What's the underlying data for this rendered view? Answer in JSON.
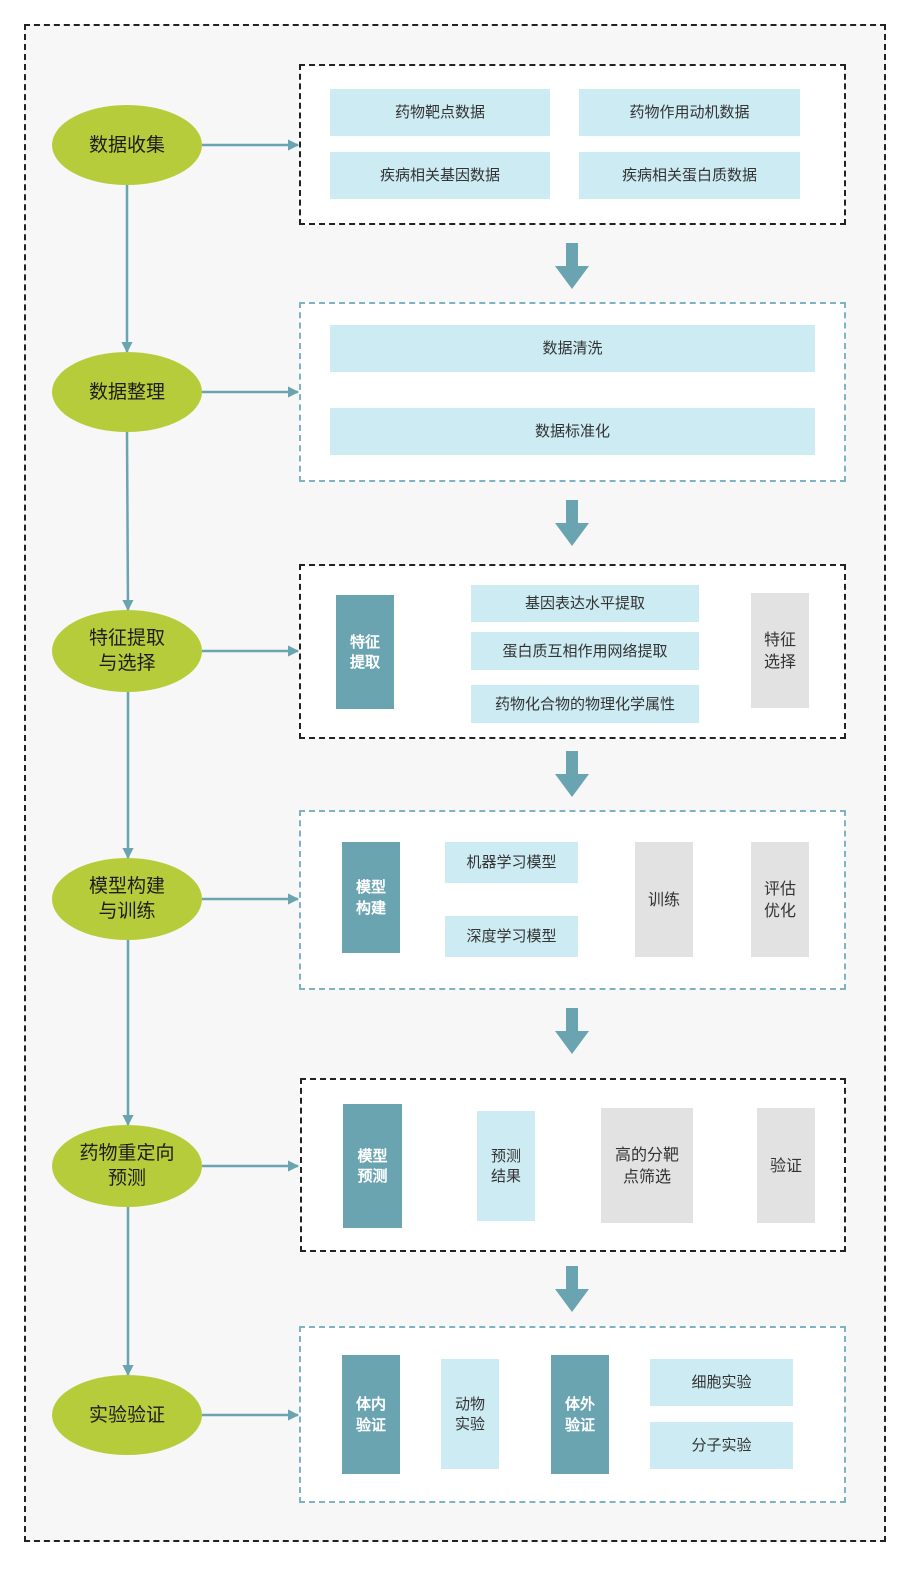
{
  "stages": [
    {
      "label": "数据收集",
      "items": [
        "药物靶点数据",
        "药物作用动机数据",
        "疾病相关基因数据",
        "疾病相关蛋白质数据"
      ]
    },
    {
      "label": "数据整理",
      "items": [
        "数据清洗",
        "数据标准化"
      ]
    },
    {
      "label": "特征提取\n与选择",
      "source": "特征\n提取",
      "items": [
        "基因表达水平提取",
        "蛋白质互相作用网络提取",
        "药物化合物的物理化学属性"
      ],
      "target": "特征\n选择"
    },
    {
      "label": "模型构建\n与训练",
      "source": "模型\n构建",
      "items": [
        "机器学习模型",
        "深度学习模型"
      ],
      "train": "训练",
      "optimize": "评估\n优化"
    },
    {
      "label": "药物重定向\n预测",
      "source": "模型\n预测",
      "result": "预测\n结果",
      "screen": "高的分靶\n点筛选",
      "verify": "验证"
    },
    {
      "label": "实验验证",
      "invivo": "体内\n验证",
      "animal": "动物\n实验",
      "invitro": "体外\n验证",
      "items": [
        "细胞实验",
        "分子实验"
      ]
    }
  ],
  "colors": {
    "oval": "#b6cc3a",
    "light_box": "#cdebf3",
    "dark_box": "#6aa4b1",
    "gray_box": "#e2e2e2",
    "connector": "#6aa4b1"
  }
}
